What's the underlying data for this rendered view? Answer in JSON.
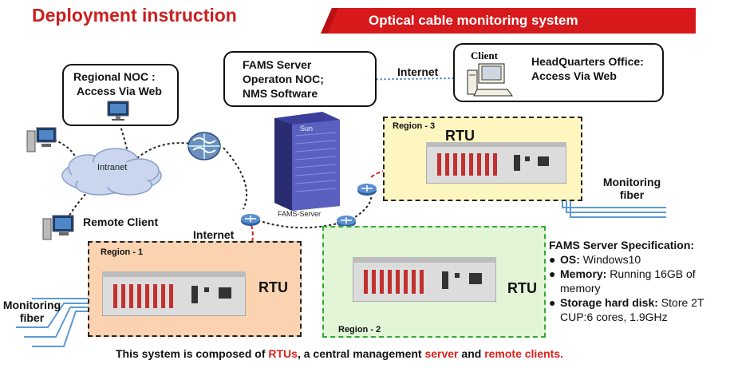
{
  "title": "Deployment instruction",
  "banner": "Optical cable monitoring system",
  "callouts": {
    "regional_noc": [
      "Regional NOC :",
      "Access Via Web"
    ],
    "fams_server": [
      "FAMS Server",
      "Operaton NOC;",
      "NMS  Software"
    ],
    "headquarters": [
      "HeadQuarters  Office:",
      "Access Via Web"
    ]
  },
  "client_label": "Client",
  "internet_top": "Internet",
  "internet_bottom": "Internet",
  "intranet": "Intranet",
  "remote_client": "Remote Client",
  "server_label": "FAMS-Server",
  "server_brand": "Sun",
  "regions": {
    "r1": "Region - 1",
    "r2": "Region - 2",
    "r3": "Region - 3"
  },
  "rtu": "RTU",
  "monitoring_fiber": [
    "Monitoring",
    "fiber"
  ],
  "spec": {
    "heading": "FAMS Server Specification:",
    "os_label": "OS:",
    "os_value": " Windows10",
    "mem_label": "Memory:",
    "mem_value": " Running 16GB of",
    "mem_value2": "memory",
    "disk_label": "Storage hard disk:",
    "disk_value": " Store 2T",
    "cpu_value": "CUP:6 cores, 1.9GHz"
  },
  "footer": {
    "p1": "This system is composed of ",
    "rtus": "RTUs",
    "p2": ", a central management ",
    "server": "server",
    "p3": " and ",
    "clients": "remote clients."
  },
  "colors": {
    "title_red": "#c9201f",
    "banner_red": "#d7191c",
    "region1_fill": "#fbd3b0",
    "region2_fill": "#e2f5d7",
    "region3_fill": "#fef6c1",
    "fiber_blue": "#5b9bd5",
    "link_red": "#d62020",
    "link_blue": "#2f6fbf"
  }
}
